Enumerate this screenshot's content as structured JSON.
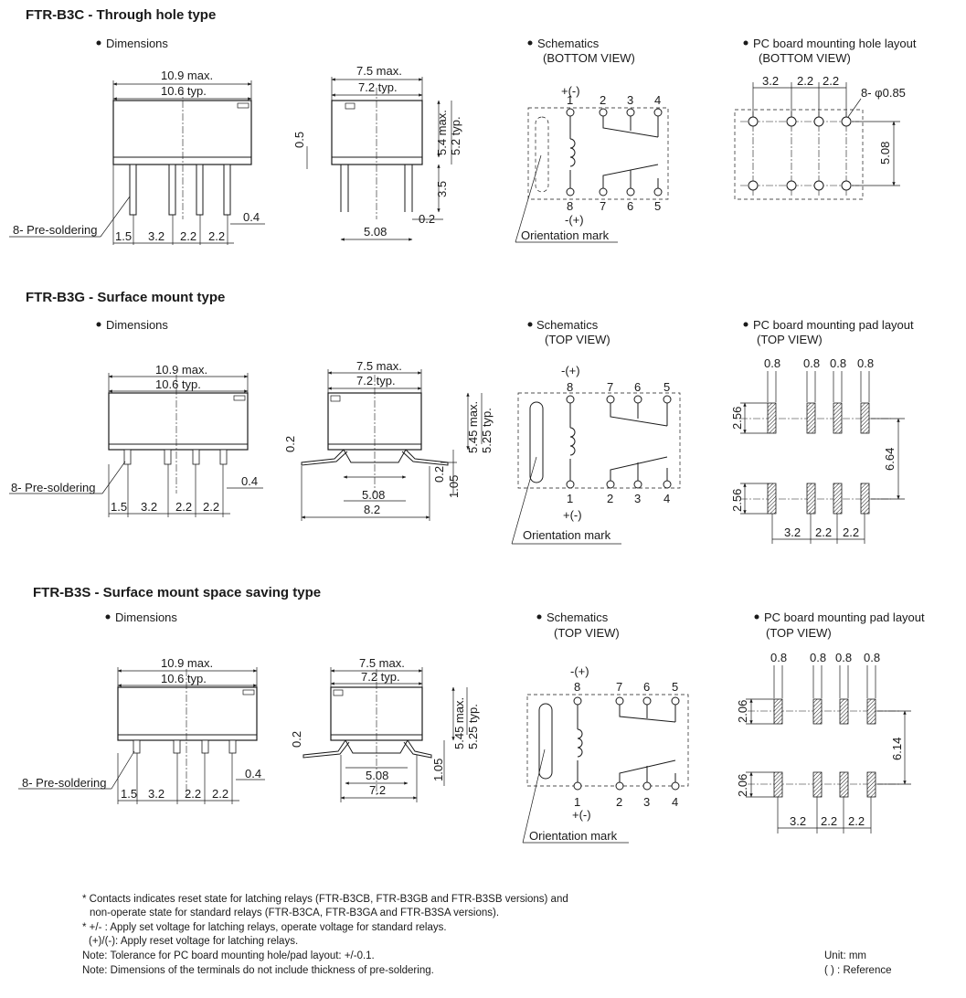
{
  "sections": [
    {
      "title": "FTR-B3C - Through hole type",
      "dimensions_label": "Dimensions",
      "schematic_label": "Schematics",
      "schematic_view": "(BOTTOM VIEW)",
      "layout_label": "PC board mounting hole layout",
      "layout_view": "(BOTTOM VIEW)",
      "front": {
        "max": "10.9 max.",
        "typ": "10.6 typ.",
        "presolder": "8- Pre-soldering",
        "pitch": [
          "1.5",
          "3.2",
          "2.2",
          "2.2"
        ],
        "terminal": "0.4"
      },
      "side": {
        "max": "7.5 max.",
        "typ": "7.2 typ.",
        "height_max": "5.4 max.",
        "height_typ": "5.2 typ.",
        "standoff": "0.5",
        "pin_len": "3.5",
        "span": "5.08",
        "thickness": "0.2"
      },
      "schematic": {
        "top_sign": "+(-)",
        "bottom_sign": "-(+)",
        "top_pins": [
          "1",
          "2",
          "3",
          "4"
        ],
        "bottom_pins": [
          "8",
          "7",
          "6",
          "5"
        ],
        "orientation": "Orientation mark"
      },
      "layout": {
        "pitch": [
          "3.2",
          "2.2",
          "2.2"
        ],
        "holes": "8- φ0.85",
        "row_gap": "5.08"
      }
    },
    {
      "title": "FTR-B3G - Surface mount type",
      "dimensions_label": "Dimensions",
      "schematic_label": "Schematics",
      "schematic_view": "(TOP VIEW)",
      "layout_label": "PC board mounting pad layout",
      "layout_view": "(TOP VIEW)",
      "front": {
        "max": "10.9 max.",
        "typ": "10.6 typ.",
        "presolder": "8- Pre-soldering",
        "pitch": [
          "1.5",
          "3.2",
          "2.2",
          "2.2"
        ],
        "terminal": "0.4"
      },
      "side": {
        "max": "7.5 max.",
        "typ": "7.2 typ.",
        "height_max": "5.45 max.",
        "height_typ": "5.25 typ.",
        "lead_t": "0.2",
        "lead_t2": "0.2",
        "standoff": "1.05",
        "span": "5.08",
        "overall": "8.2"
      },
      "schematic": {
        "top_sign": "-(+)",
        "bottom_sign": "+(-)",
        "top_pins": [
          "8",
          "7",
          "6",
          "5"
        ],
        "bottom_pins": [
          "1",
          "2",
          "3",
          "4"
        ],
        "orientation": "Orientation mark"
      },
      "layout": {
        "pad_w": [
          "0.8",
          "0.8",
          "0.8",
          "0.8"
        ],
        "pad_h_top": "2.56",
        "pad_h_bot": "2.56",
        "row_gap": "6.64",
        "pitch": [
          "3.2",
          "2.2",
          "2.2"
        ]
      }
    },
    {
      "title": "FTR-B3S - Surface mount space saving type",
      "dimensions_label": "Dimensions",
      "schematic_label": "Schematics",
      "schematic_view": "(TOP VIEW)",
      "layout_label": "PC board mounting pad layout",
      "layout_view": "(TOP VIEW)",
      "front": {
        "max": "10.9 max.",
        "typ": "10.6 typ.",
        "presolder": "8- Pre-soldering",
        "pitch": [
          "1.5",
          "3.2",
          "2.2",
          "2.2"
        ],
        "terminal": "0.4"
      },
      "side": {
        "max": "7.5 max.",
        "typ": "7.2 typ.",
        "height_max": "5.45 max.",
        "height_typ": "5.25 typ.",
        "lead_t": "0.2",
        "standoff": "1.05",
        "span": "5.08",
        "overall": "7.2"
      },
      "schematic": {
        "top_sign": "-(+)",
        "bottom_sign": "+(-)",
        "top_pins": [
          "8",
          "7",
          "6",
          "5"
        ],
        "bottom_pins": [
          "1",
          "2",
          "3",
          "4"
        ],
        "orientation": "Orientation mark"
      },
      "layout": {
        "pad_w": [
          "0.8",
          "0.8",
          "0.8",
          "0.8"
        ],
        "pad_h_top": "2.06",
        "pad_h_bot": "2.06",
        "row_gap": "6.14",
        "pitch": [
          "3.2",
          "2.2",
          "2.2"
        ]
      }
    }
  ],
  "footnotes": [
    "* Contacts indicates reset state for latching relays (FTR-B3CB, FTR-B3GB and FTR-B3SB versions) and",
    "non-operate state for standard relays (FTR-B3CA, FTR-B3GA and FTR-B3SA versions).",
    "* +/- : Apply set voltage for latching relays, operate voltage for standard relays.",
    "(+)/(-): Apply reset voltage for latching relays.",
    "Note: Tolerance for PC board mounting hole/pad layout: +/-0.1.",
    "Note: Dimensions of the terminals do not include thickness of pre-soldering."
  ],
  "unit": "Unit: mm",
  "reference": "( ) : Reference"
}
